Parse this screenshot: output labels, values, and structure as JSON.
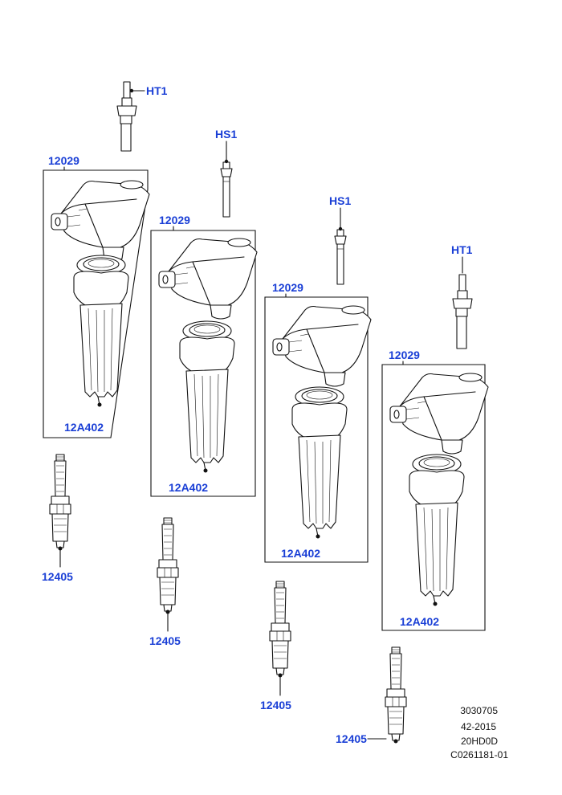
{
  "diagram": {
    "labels": {
      "ht1_a": "HT1",
      "hs1_a": "HS1",
      "hs1_b": "HS1",
      "ht1_b": "HT1",
      "coil_1": "12029",
      "coil_2": "12029",
      "coil_3": "12029",
      "coil_4": "12029",
      "boot_1": "12A402",
      "boot_2": "12A402",
      "boot_3": "12A402",
      "boot_4": "12A402",
      "plug_1": "12405",
      "plug_2": "12405",
      "plug_3": "12405",
      "plug_4": "12405"
    },
    "reference": {
      "line1": "3030705",
      "line2": "42-2015",
      "line3": "20HD0D",
      "line4": "C0261181-01"
    }
  },
  "colors": {
    "callout": "#1a3fd6",
    "line": "#111111",
    "background": "#ffffff"
  }
}
